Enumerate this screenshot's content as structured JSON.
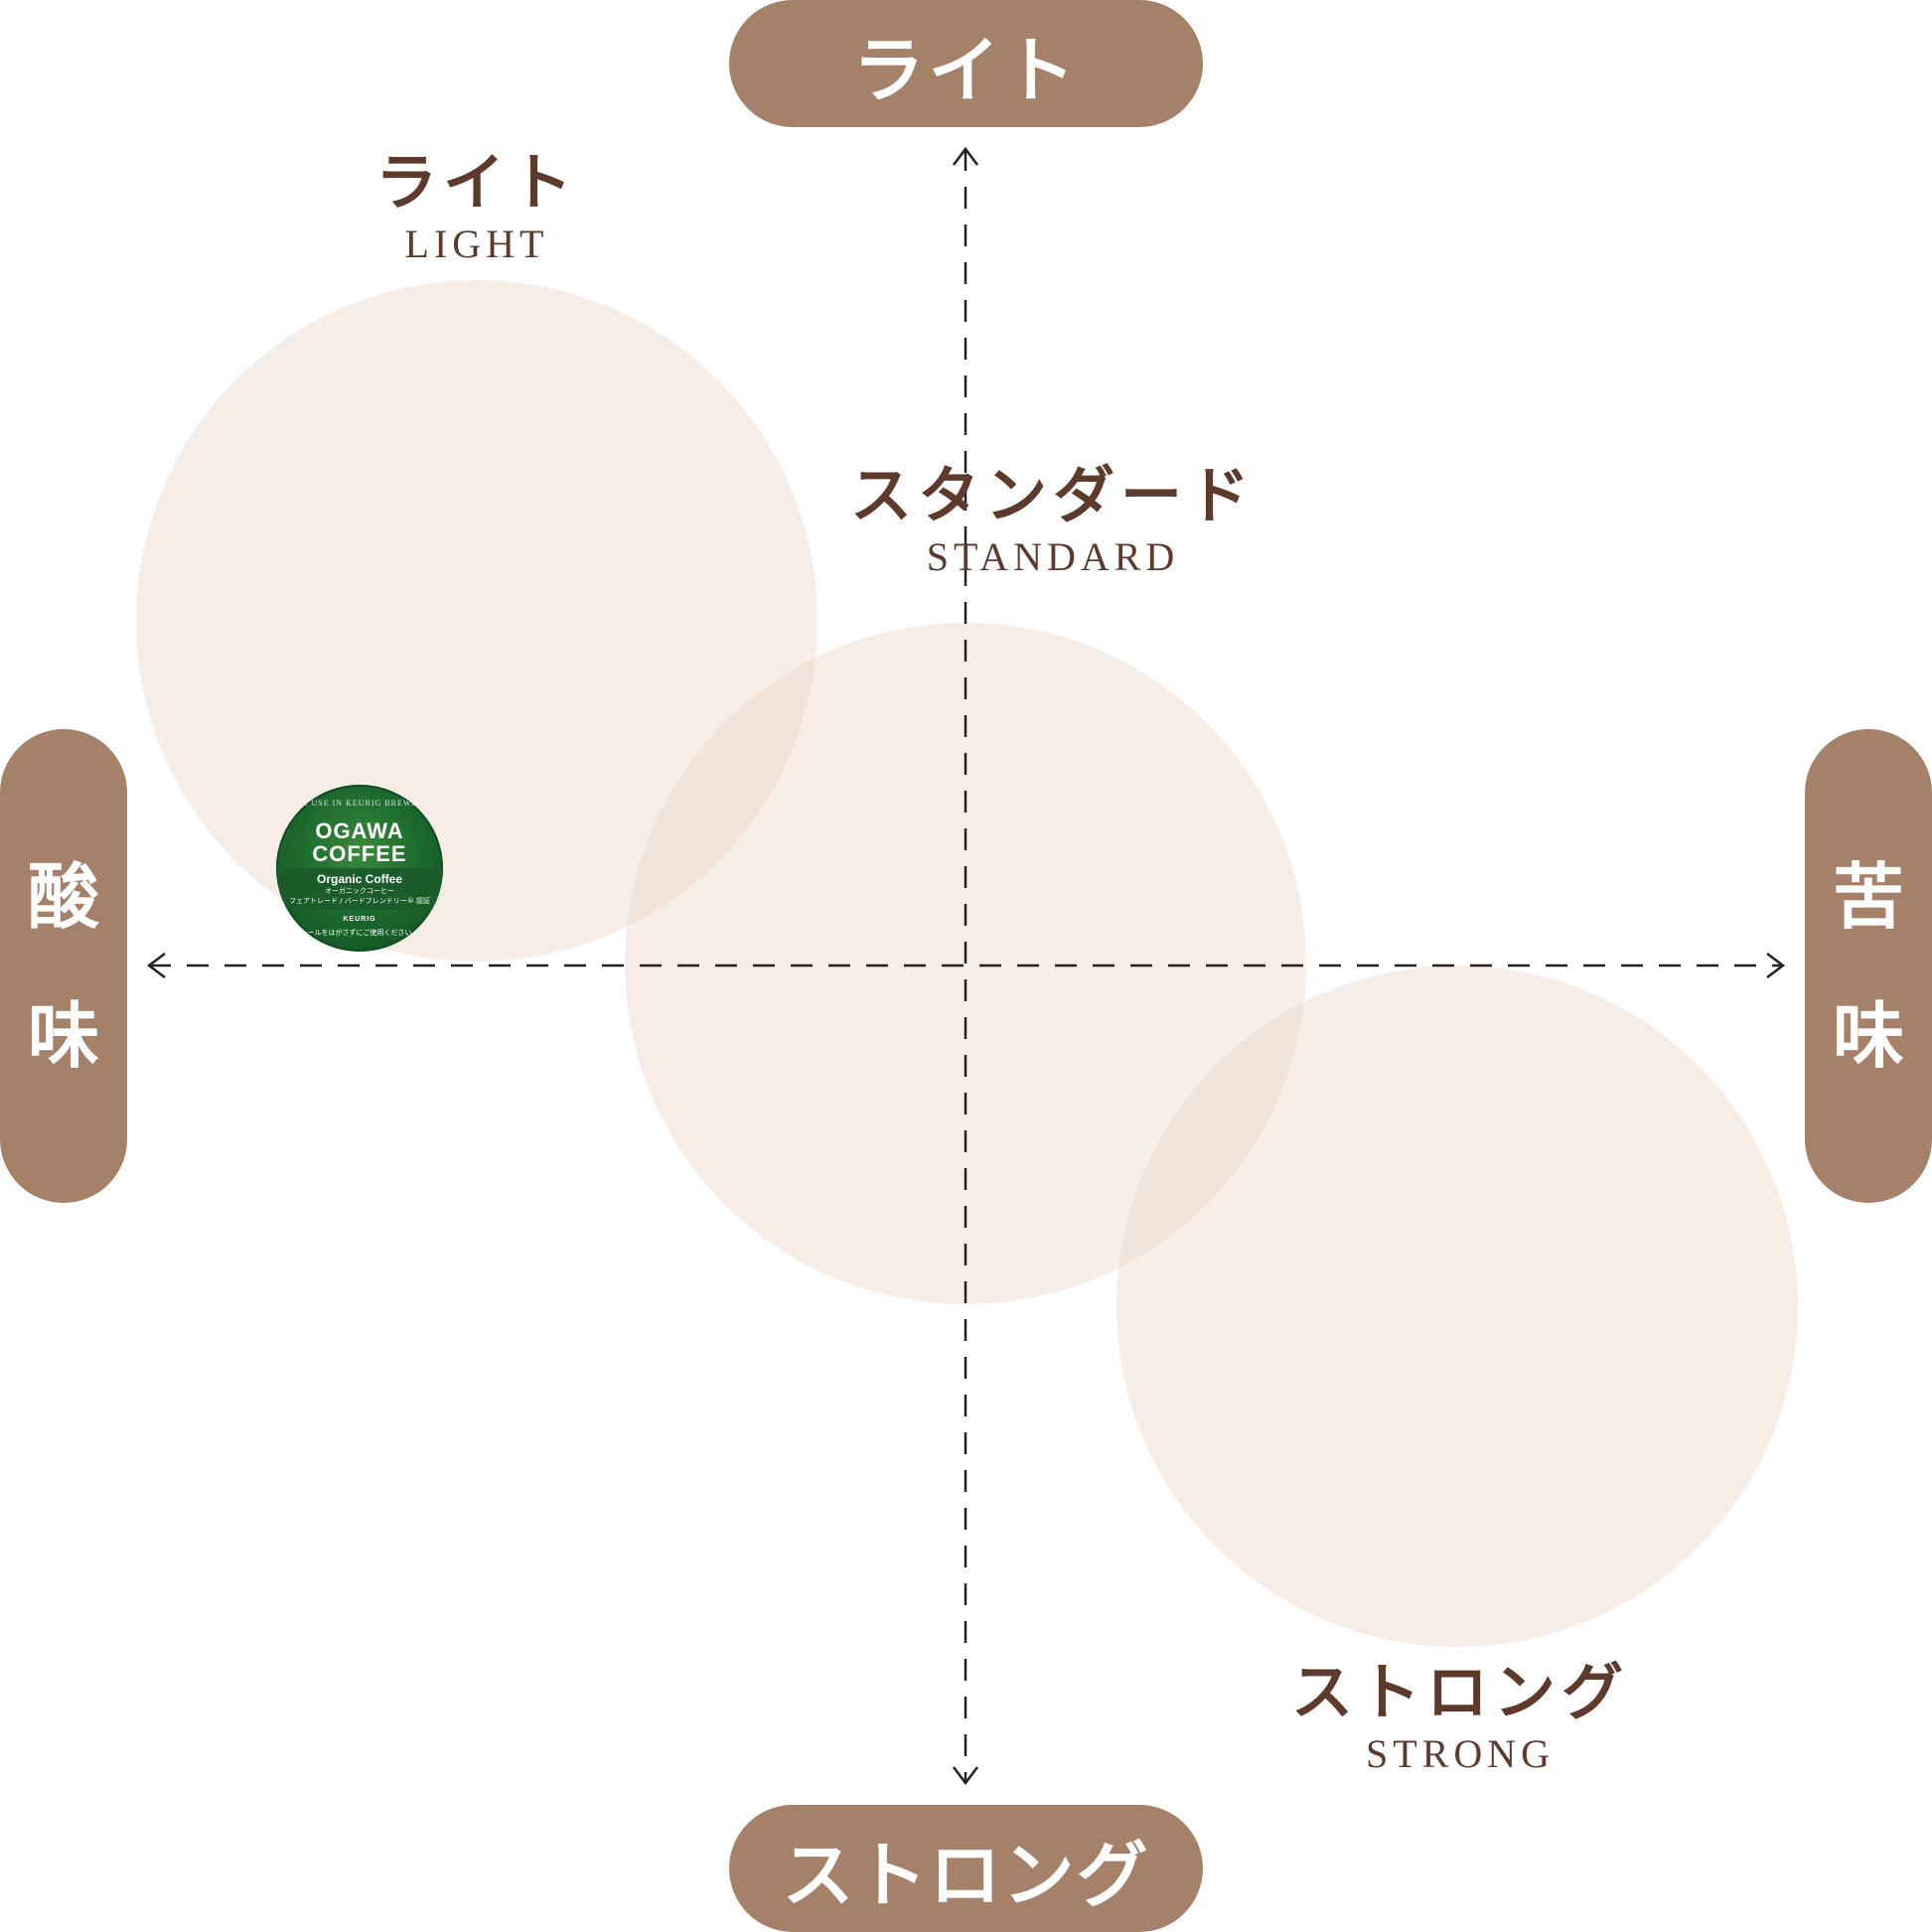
{
  "axes": {
    "top": "ライト",
    "bottom": "ストロング",
    "left": [
      "酸",
      "味"
    ],
    "right": [
      "苦",
      "味"
    ]
  },
  "zones": [
    {
      "ja": "ライト",
      "en": "LIGHT"
    },
    {
      "ja": "スタンダード",
      "en": "STANDARD"
    },
    {
      "ja": "ストロング",
      "en": "STRONG"
    }
  ],
  "product": {
    "tagline": "FOR USE IN KEURIG BREWERS",
    "brand_line1": "OGAWA",
    "brand_line2": "COFFEE",
    "subtitle": "Organic Coffee",
    "jp_line1": "オーガニックコーヒー",
    "jp_line2": "フェアトレード / バードフレンドリー® 認証",
    "maker": "KEURIG",
    "note": "シールをはがさずにご使用ください。"
  },
  "colors": {
    "pill": "#a58169",
    "zone": "#f5ece6",
    "label": "#5e3a2c",
    "axis_line": "#222222"
  }
}
